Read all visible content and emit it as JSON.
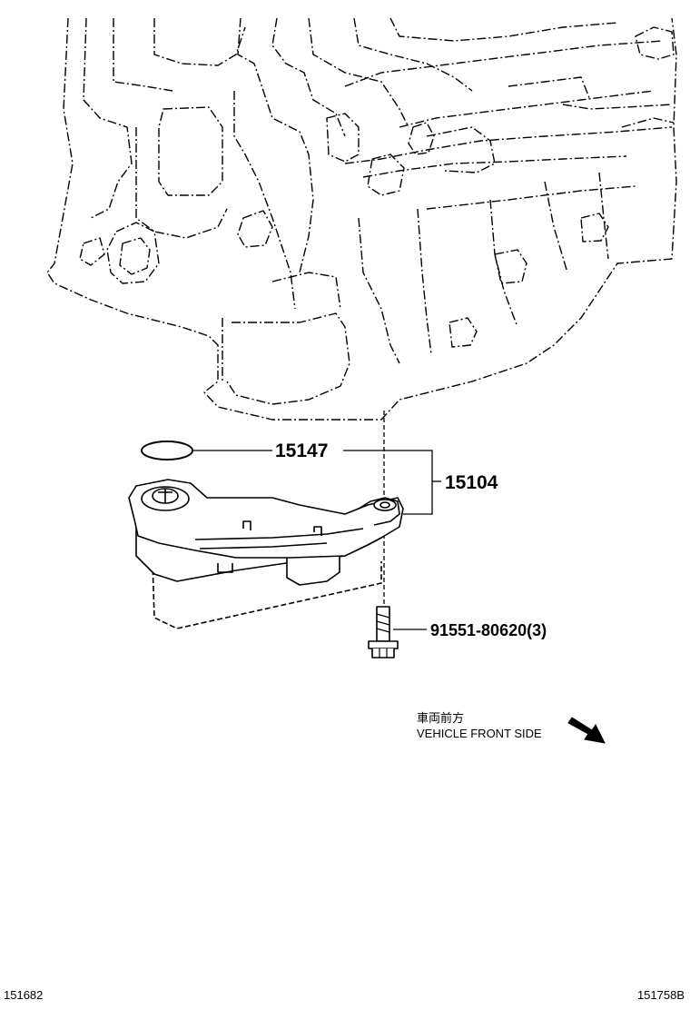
{
  "diagram": {
    "parts": {
      "o_ring": "15147",
      "strainer_assembly": "15104",
      "bolt": "91551-80620(3)"
    },
    "front_indicator": {
      "japanese": "車両前方",
      "english": "VEHICLE FRONT SIDE"
    },
    "ids": {
      "left": "151682",
      "right": "151758B"
    },
    "colors": {
      "line": "#000000",
      "background": "#ffffff"
    }
  }
}
